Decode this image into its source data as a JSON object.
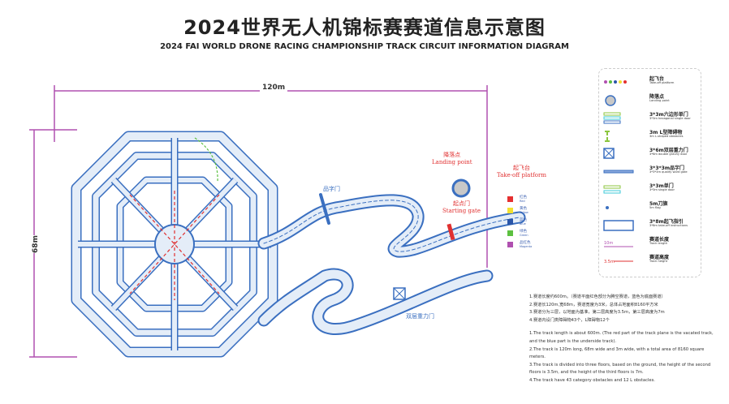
{
  "title": {
    "cn": "2024世界无人机锦标赛赛道信息示意图",
    "en": "2024 FAI WORLD DRONE RACING CHAMPIONSHIP TRACK CIRCUIT INFORMATION DIAGRAM"
  },
  "dimensions": {
    "width": "120m",
    "height": "68m"
  },
  "map_labels": {
    "landing_cn": "降落点",
    "landing_en": "Landing point",
    "takeoff_cn": "起飞台",
    "takeoff_en": "Take-off platform",
    "start_cn": "起点门",
    "start_en": "Starting gate",
    "quality_gate_cn": "品字门",
    "gravity_door_cn": "双层重力门"
  },
  "platforms": [
    {
      "cn": "红色",
      "en": "Red",
      "color": "#e53030"
    },
    {
      "cn": "黄色",
      "en": "Yellow",
      "color": "#f2e030"
    },
    {
      "cn": "蓝色",
      "en": "Blue",
      "color": "#2a55a8"
    },
    {
      "cn": "绿色",
      "en": "Green",
      "color": "#5cc040"
    },
    {
      "cn": "品红色",
      "en": "Magenta",
      "color": "#b050b0"
    }
  ],
  "legend": [
    {
      "icon": "takeoff-platform-icon",
      "cn": "起飞台",
      "en": "Take-off platform"
    },
    {
      "icon": "landing-point-icon",
      "cn": "降落点",
      "en": "Landing point"
    },
    {
      "icon": "hexagonal-door-icon",
      "cn": "3*3m六边形单门",
      "en": "3*3m hexagonal single door"
    },
    {
      "icon": "l-obstacle-icon",
      "cn": "3m L型障碍物",
      "en": "3m L-shaped obstacles"
    },
    {
      "icon": "gravity-door-icon",
      "cn": "3*6m双层重力门",
      "en": "3*6m double gravity door"
    },
    {
      "icon": "quality-gate-icon",
      "cn": "3*3*3m品字门",
      "en": "3*3*3m quality word gate"
    },
    {
      "icon": "single-door-icon",
      "cn": "3*3m单门",
      "en": "3*3m single door"
    },
    {
      "icon": "flag-icon",
      "cn": "5m刀旗",
      "en": "5m flag"
    },
    {
      "icon": "takeoff-guide-icon",
      "cn": "3*8m起飞指引",
      "en": "3*8m take-off instructions"
    },
    {
      "icon": "track-length-icon",
      "cn": "赛道长度",
      "en": "Track length",
      "sample": "10m"
    },
    {
      "icon": "track-height-icon",
      "cn": "赛道高度",
      "en": "Track height",
      "sample": "3.5m"
    }
  ],
  "notes_cn": [
    "1.赛道长度约600m。（赛道平面红色部分为腾空赛道，蓝色为底面赛道）",
    "2.赛道长120m,宽68m，赛道宽度为3米，总体占地面积8160平方米",
    "3.赛道分为三层，以地面为基准，第二层高度为3.5m，第三层高度为7m",
    "4.赛道内设门类障碍物43个，L障碍物12个"
  ],
  "notes_en": [
    "1.The track length is about 600m. (The red part of the track plane is the vacated track, and the blue part is the underside track).",
    "2.The track is 120m long, 68m wide and 3m wide, with a total area of 8160 square meters.",
    "3.The track is divided into three floors, based on the ground, the height of the second floors is 3.5m, and the height of the third floors is 7m.",
    "4.The track have 43 category obstacles and 12 L obstacles."
  ],
  "colors": {
    "track": "#3a6fc0",
    "track_fill": "#dfe9f6",
    "dimension": "#b050b0",
    "accent": "#e03030"
  }
}
